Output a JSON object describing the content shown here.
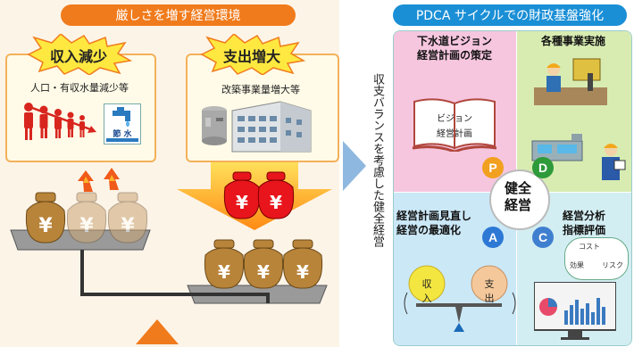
{
  "left": {
    "header": "厳しさを増す経営環境",
    "revenue_burst": "収入減少",
    "revenue_caption": "人口・有収水量減少等",
    "water_sign": "節 水",
    "expense_burst": "支出増大",
    "expense_caption": "改築事業量増大等",
    "yen": "¥"
  },
  "middle": {
    "vertical_text": "収支バランスを考慮した健全経営"
  },
  "right": {
    "header": "PDCA サイクルでの財政基盤強化",
    "plan_title": "下水道ビジョン\n経営計画の策定",
    "book_line1": "ビジョン",
    "book_line2": "経営計画",
    "do_title": "各種事業実施",
    "act_title": "経営計画見直し\n経営の最適化",
    "check_title": "経営分析\n指標評価",
    "center": "健全\n経営",
    "letters": {
      "p": "P",
      "d": "D",
      "c": "C",
      "a": "A"
    },
    "income": "収入",
    "expense": "支出",
    "bubble_cost": "コスト",
    "bubble_effect": "効果",
    "bubble_risk": "リスク"
  },
  "colors": {
    "header_orange": "#f07b1c",
    "header_blue": "#1a8fd6",
    "plan": "#f6c6df",
    "do": "#d8ecb2",
    "check": "#d3eef2",
    "act": "#cbe8f7",
    "p": "#f2a020",
    "d": "#2e9a3a",
    "c": "#3f7fd0",
    "a": "#2c78d4"
  }
}
